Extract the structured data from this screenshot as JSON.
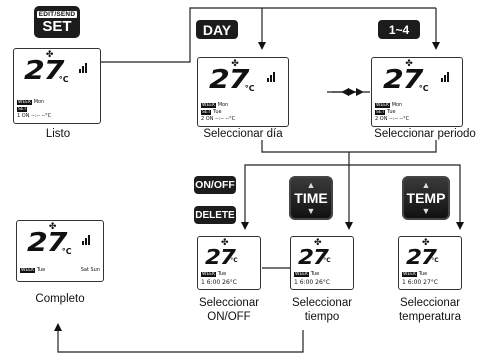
{
  "buttons": {
    "set_sub": "EDIT/SEND",
    "set": "SET",
    "day": "DAY",
    "period": "1~4",
    "on_off": "ON/OFF",
    "delete": "DELETE",
    "time": "TIME",
    "temp": "TEMP"
  },
  "display": {
    "temperature": "27",
    "unit": "°C",
    "mon": "Mon",
    "tue": "Tue",
    "sat_sun": "Sat Sun",
    "set_tag": "SET",
    "week_tag": "WEEK",
    "on_tag": "ON",
    "period_1": "1",
    "period_2": "2",
    "dashes": "--:-- --°C",
    "time_600": "6:00",
    "temp_26": "26°C",
    "temp_27": "27°C"
  },
  "captions": {
    "listo": "Listo",
    "seleccionar_dia": "Seleccionar día",
    "seleccionar_periodo": "Seleccionar periodo",
    "completo": "Completo",
    "onoff_1": "Seleccionar",
    "onoff_2": "ON/OFF",
    "tiempo_1": "Seleccionar",
    "tiempo_2": "tiempo",
    "temperatura_1": "Seleccionar",
    "temperatura_2": "temperatura"
  },
  "colors": {
    "ink": "#111111",
    "button": "#1c1c1c"
  }
}
